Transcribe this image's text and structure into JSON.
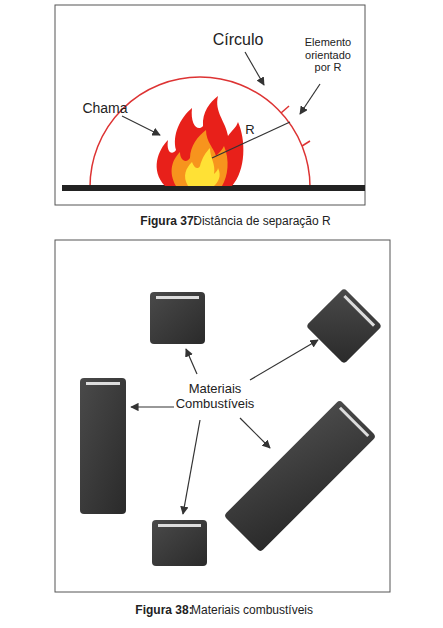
{
  "diagram": {
    "labels": [
      "Círculo",
      "Chama",
      "R",
      "Elemento orientado por R",
      "Figura 37:",
      "Distância de separação R",
      "Materiais Combustíveis",
      "Figura 38:",
      "Materiais combustíveis"
    ]
  }
}
